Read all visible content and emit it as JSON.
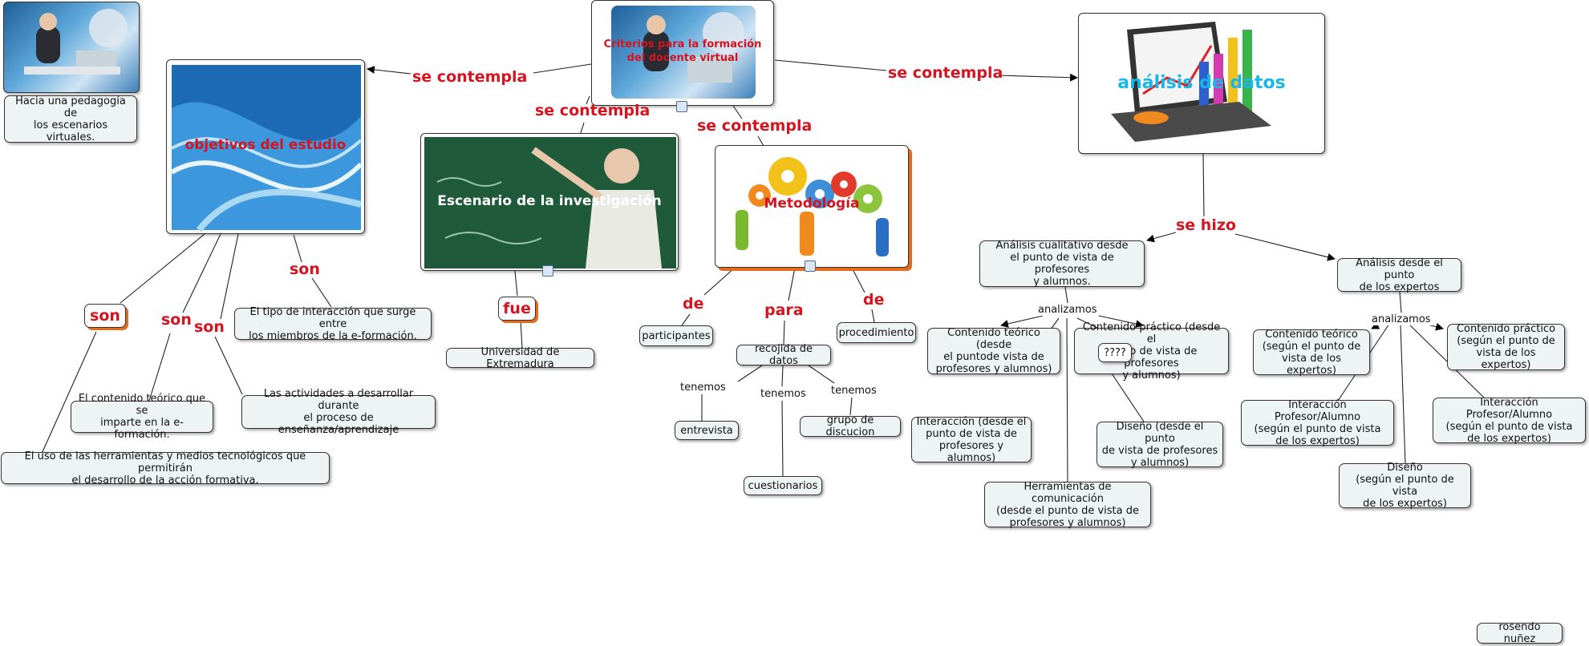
{
  "nodes": {
    "criterios": "Criterios para la formación\ndel docente virtual",
    "hacia_pedagogia": "Hacia una pedagogía de\nlos escenarios virtuales.",
    "objetivos": "objetivos del estudio",
    "escenario": "Escenario de la investigación",
    "metodologia": "Metodología",
    "analisis_datos": "análisis de datos",
    "fue": "fue",
    "son_boxed": "son",
    "universidad": "Universidad de Extremadura",
    "tipo_interaccion": "El tipo de interacción que surge entre\nlos miembros de la e-formación.",
    "contenido_teorico_eform": "El contenido teórico que se\nimparte en la e-formación.",
    "actividades": "Las actividades a desarrollar durante\nel proceso de enseñanza/aprendizaje",
    "uso_herramientas": "El uso de las herramientas y medios tecnológicos que permitirán\nel desarrollo de la acción formativa.",
    "participantes": "participantes",
    "recojida": "recojida de datos",
    "procedimiento": "procedimiento",
    "entrevista": "entrevista",
    "grupo_discucion": "grupo de discucion",
    "cuestionarios": "cuestionarios",
    "analisis_cualitativo": "Análisis cualitativo desde\nel punto de vista de profesores\ny alumnos.",
    "analisis_expertos": "Análisis desde el punto\nde los expertos",
    "contenido_teorico_prof": "Contenido teórico (desde\nel puntode vista de\nprofesores y alumnos)",
    "contenido_practico_prof": "Contenido práctico (desde el\npunto de vista de profesores\ny alumnos)",
    "interrogantes": "????",
    "interaccion_prof": "Interacción (desde el\npunto de vista de\nprofesores y alumnos)",
    "diseno_prof": "Diseño (desde el punto\nde vista de profesores\ny alumnos)",
    "herramientas_prof": "Herramientas de comunicación\n(desde el punto de vista de\nprofesores y alumnos)",
    "contenido_teorico_exp": "Contenido teórico\n(según el punto de\nvista de los expertos)",
    "contenido_practico_exp": "Contenido práctico\n(según el punto de\nvista de los expertos)",
    "interaccion_exp_1": "Interacción Profesor/Alumno\n(según el punto de vista\nde los expertos)",
    "interaccion_exp_2": "Interacción Profesor/Alumno\n(según el punto de vista\nde los expertos)",
    "diseno_exp": "Diseño\n(según el punto de vista\nde los expertos)",
    "autor": "rosendo nuñez"
  },
  "labels": {
    "se_contempla_1": "se contempla",
    "se_contempla_2": "se contempla",
    "se_contempla_3": "se contempla",
    "se_contempla_4": "se contempla",
    "se_hizo": "se hizo",
    "son_1": "son",
    "son_2": "son",
    "son_3": "son",
    "de_1": "de",
    "para": "para",
    "de_2": "de",
    "tenemos_1": "tenemos",
    "tenemos_2": "tenemos",
    "tenemos_3": "tenemos",
    "analizamos_1": "analizamos",
    "analizamos_2": "analizamos"
  },
  "colors": {
    "link_label": "#d6141f",
    "node_fill": "#eef3f3",
    "analisis_title": "#1bb6e8",
    "pill_shadow": "#e46a1e"
  },
  "icons": [
    "attachment-icon",
    "attachment-icon",
    "audio-icon",
    "attachment-icon"
  ]
}
